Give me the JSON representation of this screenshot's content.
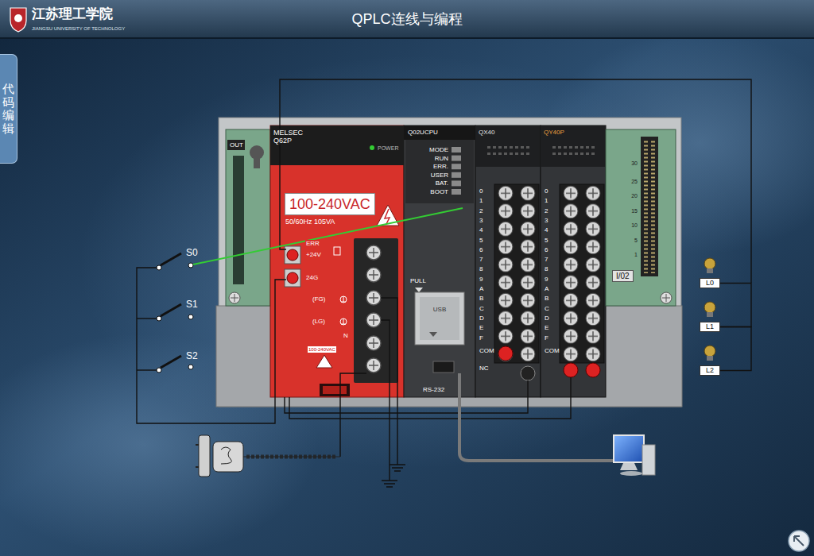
{
  "diagram": {
    "title": "QPLC连线与编程",
    "nodes": [
      {
        "text": [
          "代码编辑"
        ]
      },
      {
        "text": [
          "MELSEC Q62P",
          "POWER"
        ]
      },
      {
        "text": [
          "100-240VAC"
        ],
        "in": 1
      },
      {
        "text": [
          "Q02UCPU"
        ]
      },
      {
        "text": [
          "QX40"
        ]
      },
      {
        "text": [
          "QY40P"
        ]
      },
      {
        "text": [
          "I/02"
        ]
      },
      {
        "text": [
          "L0"
        ]
      },
      {
        "text": [
          "L1"
        ]
      },
      {
        "text": [
          "L2"
        ]
      }
    ],
    "edges": [
      {
        "from": 7,
        "to": 8,
        "arrow": "none"
      },
      {
        "from": 8,
        "to": 9,
        "arrow": "none"
      }
    ],
    "labels": [
      "江苏理工学院",
      "JIANGSU UNIVERSITY OF TECHNOLOGY",
      "OUT",
      "S0",
      "S1",
      "S2",
      "ERR",
      "+24V",
      "24G",
      "(FG)",
      "(LG)",
      "N",
      "100-240VAC",
      "50/60Hz 105VA",
      "MODE",
      "RUN",
      "ERR.",
      "USER",
      "BAT.",
      "BOOT",
      "PULL",
      "USB",
      "RS-232",
      "0",
      "1",
      "2",
      "3",
      "4",
      "5",
      "6",
      "7",
      "8",
      "9",
      "A",
      "B",
      "C",
      "D",
      "E",
      "F",
      "COM",
      "NC",
      "0",
      "1",
      "2",
      "3",
      "4",
      "5",
      "6",
      "7",
      "8",
      "9",
      "A",
      "B",
      "C",
      "D",
      "E",
      "F",
      "COM",
      "30",
      "25",
      "20",
      "15",
      "10",
      "5",
      "1"
    ]
  }
}
